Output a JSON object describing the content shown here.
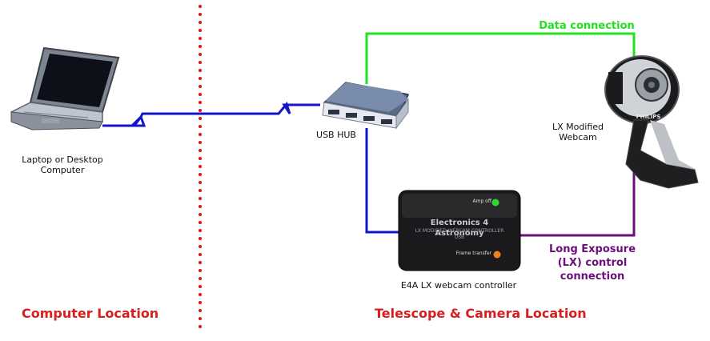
{
  "labels": {
    "laptop": [
      "Laptop or Desktop",
      "Computer"
    ],
    "usb_hub": "USB HUB",
    "webcam": [
      "LX Modified",
      "Webcam"
    ],
    "controller": "E4A LX webcam controller"
  },
  "connections": {
    "data": "Data connection",
    "lx": [
      "Long Exposure",
      "(LX) control",
      "connection"
    ]
  },
  "locations": {
    "computer": "Computer Location",
    "telescope": "Telescope & Camera Location"
  },
  "controller_box": {
    "brand": "Electronics 4 Astronomy",
    "subtitle": "LX MODIFIED WEBCAM CONTROLLER",
    "usb": "USB",
    "amp_off": "Amp off",
    "frame_transfer": "Frame transfer"
  },
  "webcam_brand": "PHILIPS",
  "colors": {
    "usb_line": "#1414c8",
    "data_line": "#22e022",
    "lx_line": "#6b0f7a",
    "location_text": "#d81e1e",
    "separator": "#e01010"
  }
}
